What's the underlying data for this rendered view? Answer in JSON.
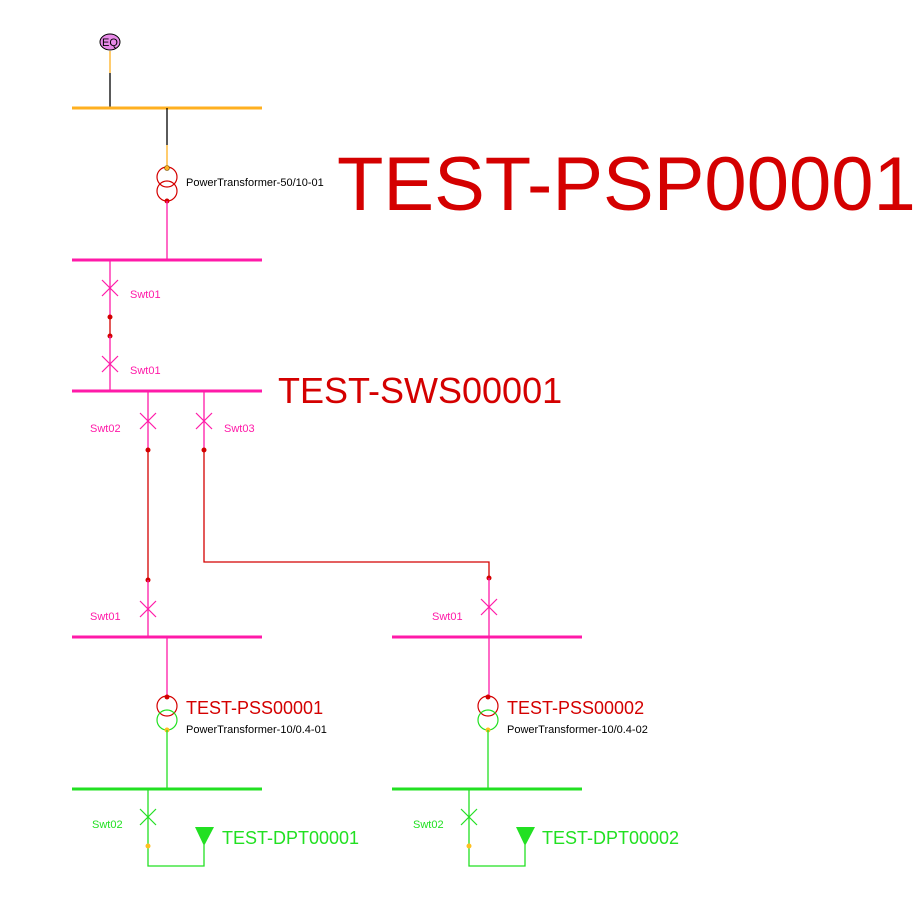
{
  "colors": {
    "red": "#d40000",
    "magenta": "#ff1aa8",
    "orange": "#ffb020",
    "green": "#22e022",
    "eq_fill": "#e88ae8"
  },
  "source": {
    "label": "EQ"
  },
  "substation_main": {
    "title": "TEST-PSP00001",
    "transformer": "PowerTransformer-50/10-01",
    "switch_upper": "Swt01",
    "switch_lower": "Swt01"
  },
  "switching_station": {
    "title": "TEST-SWS00001",
    "switch_left": "Swt02",
    "switch_right": "Swt03"
  },
  "secondary_substations": [
    {
      "title": "TEST-PSS00001",
      "transformer": "PowerTransformer-10/0.4-01",
      "incoming_switch": "Swt01",
      "outgoing_switch": "Swt02",
      "distribution_point": "TEST-DPT00001"
    },
    {
      "title": "TEST-PSS00002",
      "transformer": "PowerTransformer-10/0.4-02",
      "incoming_switch": "Swt01",
      "outgoing_switch": "Swt02",
      "distribution_point": "TEST-DPT00002"
    }
  ]
}
